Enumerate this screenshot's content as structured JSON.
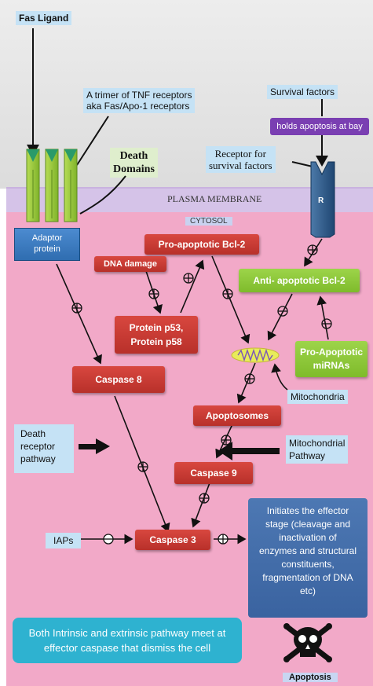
{
  "labels": {
    "fas_ligand": "Fas Ligand",
    "tnf_trimer_line1": "A trimer of TNF receptors",
    "tnf_trimer_line2": "aka Fas/Apo-1 receptors",
    "death_domains_line1": "Death",
    "death_domains_line2": "Domains",
    "survival_factors": "Survival factors",
    "holds_apoptosis": "holds apoptosis at bay",
    "receptor_line1": "Receptor for",
    "receptor_line2": "survival factors",
    "receptor_r": "R",
    "plasma_membrane": "PLASMA MEMBRANE",
    "cytosol": "CYTOSOL",
    "adaptor_line1": "Adaptor",
    "adaptor_line2": "protein",
    "pro_apoptotic_bcl2": "Pro-apoptotic Bcl-2",
    "dna_damage": "DNA damage",
    "anti_apoptotic_bcl2": "Anti- apoptotic Bcl-2",
    "p53_line1": "Protein p53,",
    "p53_line2": "Protein p58",
    "mirna_line1": "Pro-Apoptotic",
    "mirna_line2": "miRNAs",
    "caspase8": "Caspase 8",
    "mitochondria": "Mitochondria",
    "apoptosomes": "Apoptosomes",
    "death_receptor_line1": "Death",
    "death_receptor_line2": "receptor",
    "death_receptor_line3": "pathway",
    "mito_pathway_line1": "Mitochondrial",
    "mito_pathway_line2": "Pathway",
    "caspase9": "Caspase 9",
    "iaps": "IAPs",
    "caspase3": "Caspase 3",
    "effector_lines": [
      "Initiates the effector",
      "stage (cleavage and",
      "inactivation of",
      "enzymes and structural",
      "constituents,",
      "fragmentation of DNA",
      "etc)"
    ],
    "summary_line1": "Both Intrinsic and extrinsic pathway meet at",
    "summary_line2": "effector caspase that dismiss the cell",
    "apoptosis": "Apoptosis"
  },
  "colors": {
    "cytosol": "#f2a9c8",
    "membrane": "#d5c3e8",
    "red_box": "#c5362f",
    "green_box": "#8cc63f",
    "blue_label": "#c5e2f5",
    "receptor_green": "#9acd32"
  },
  "symbols": {
    "activate": "⊕",
    "inhibit": "⊖"
  }
}
